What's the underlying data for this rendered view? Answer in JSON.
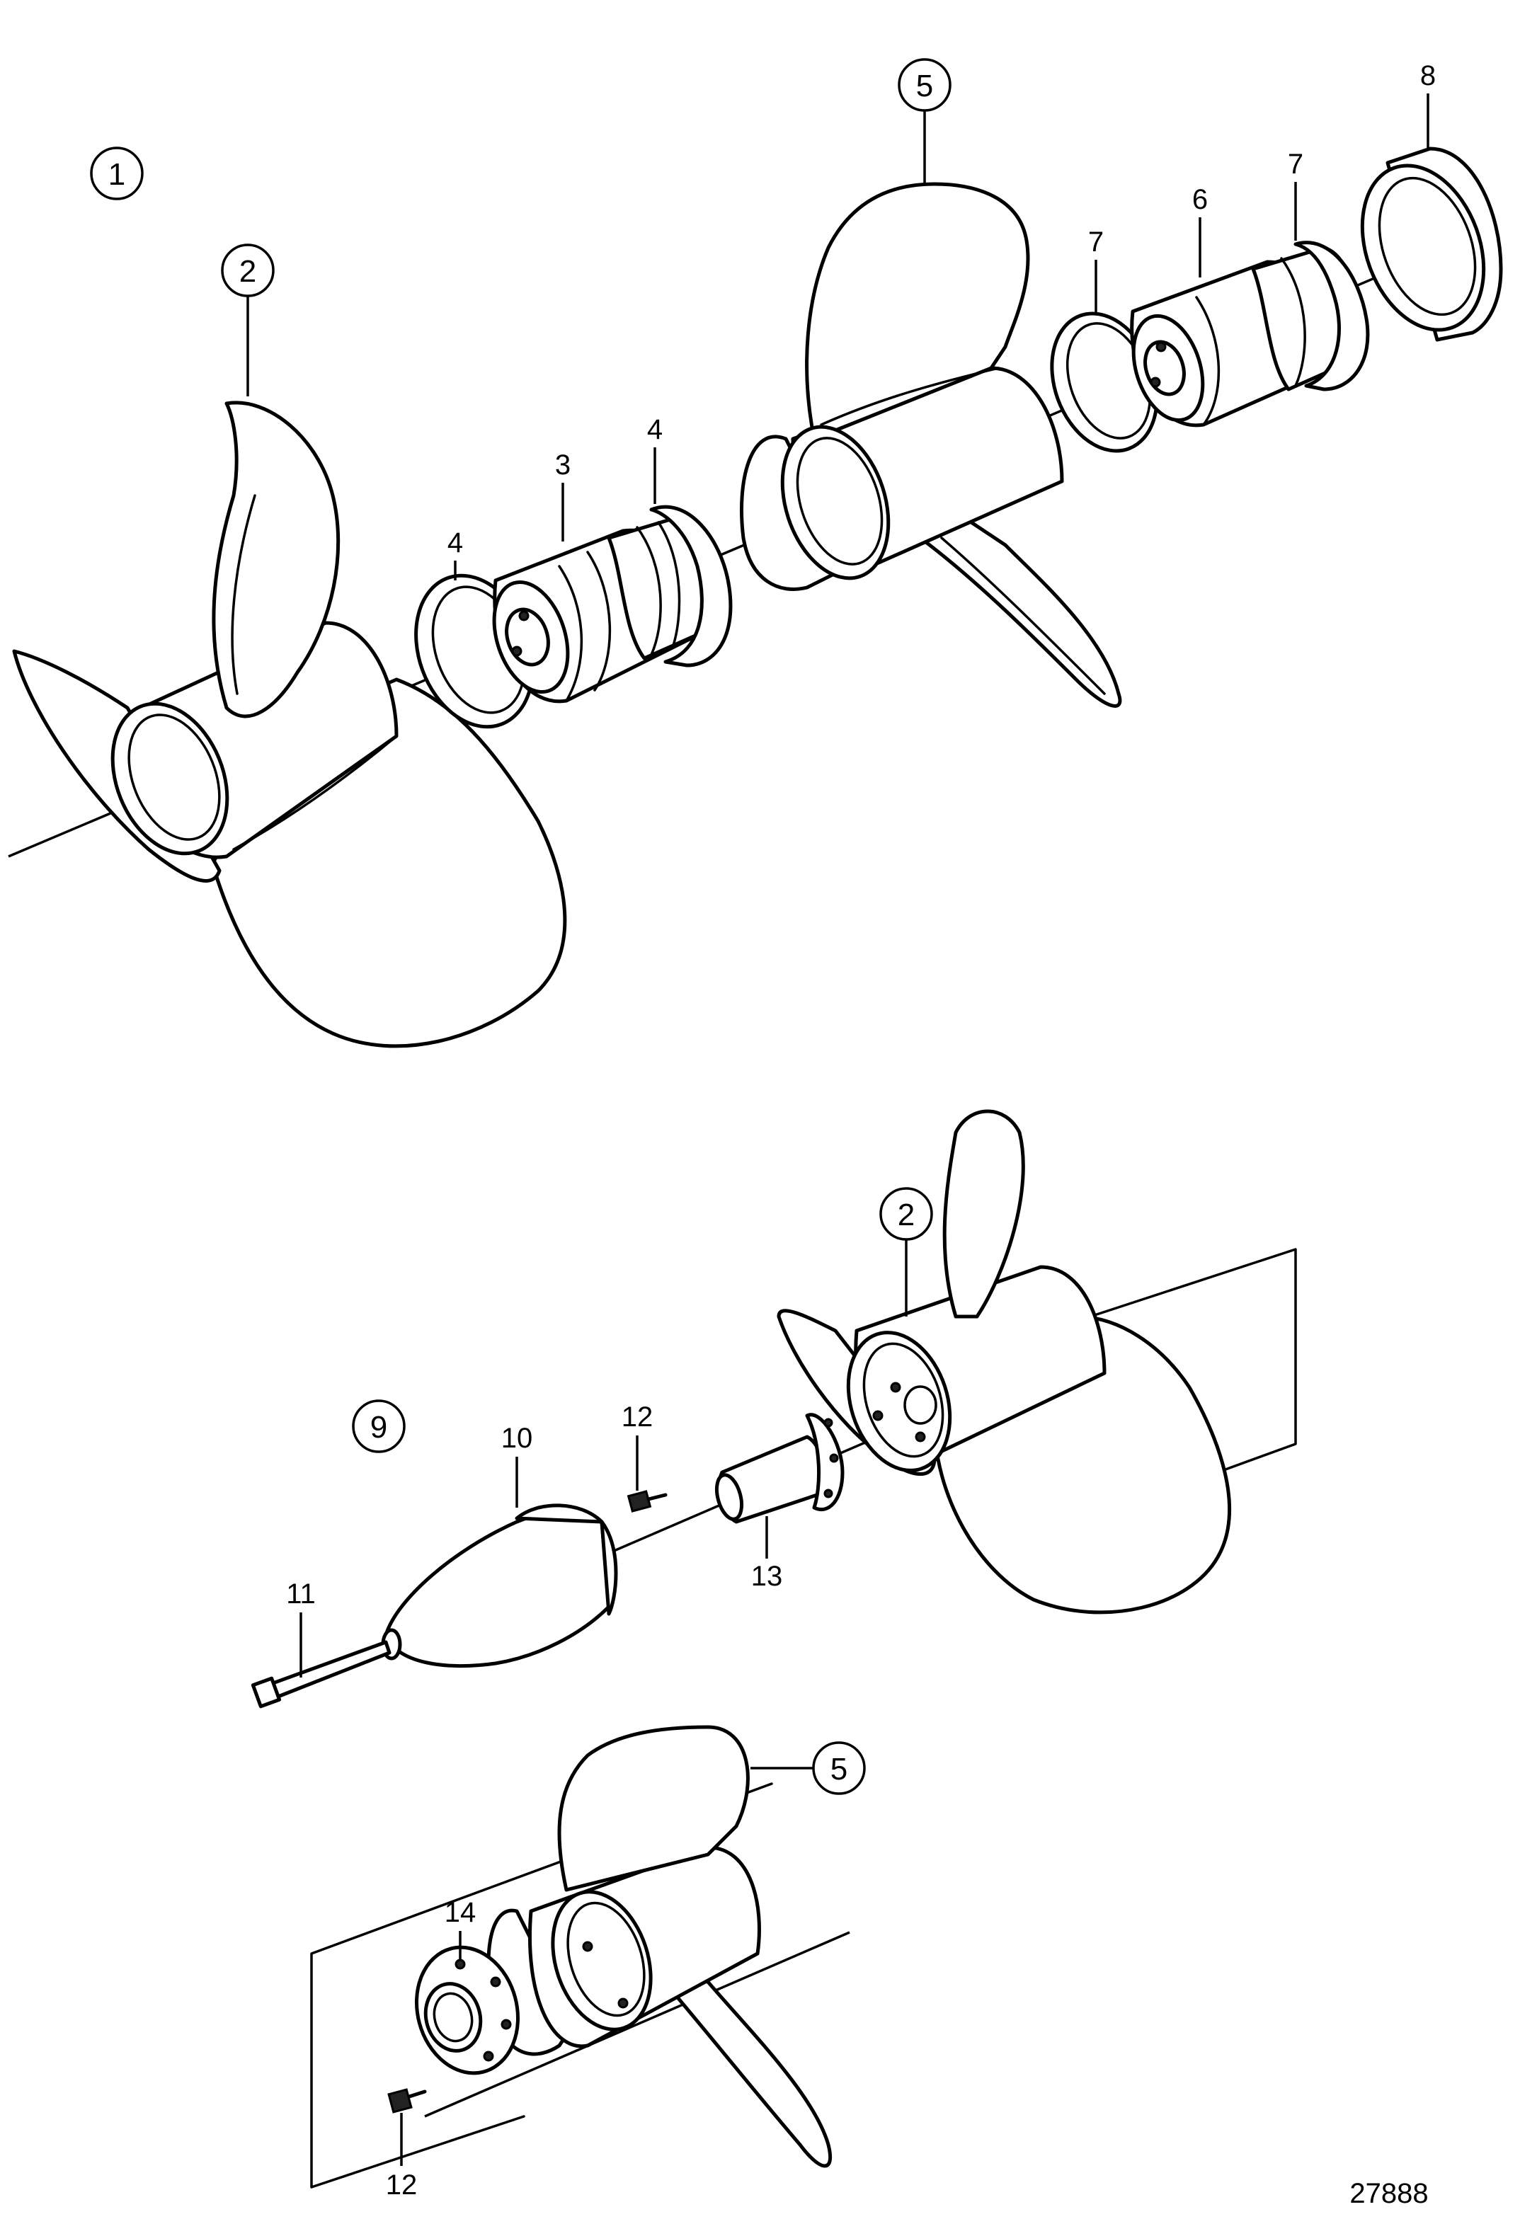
{
  "callouts": {
    "c1": "1",
    "c2a": "2",
    "c3": "3",
    "c4a": "4",
    "c4b": "4",
    "c5a": "5",
    "c6": "6",
    "c7a": "7",
    "c7b": "7",
    "c8": "8",
    "c9": "9",
    "c10": "10",
    "c11": "11",
    "c12a": "12",
    "c13": "13",
    "c2b": "2",
    "c5b": "5",
    "c14": "14",
    "c12b": "12"
  },
  "figure_number": "27888"
}
